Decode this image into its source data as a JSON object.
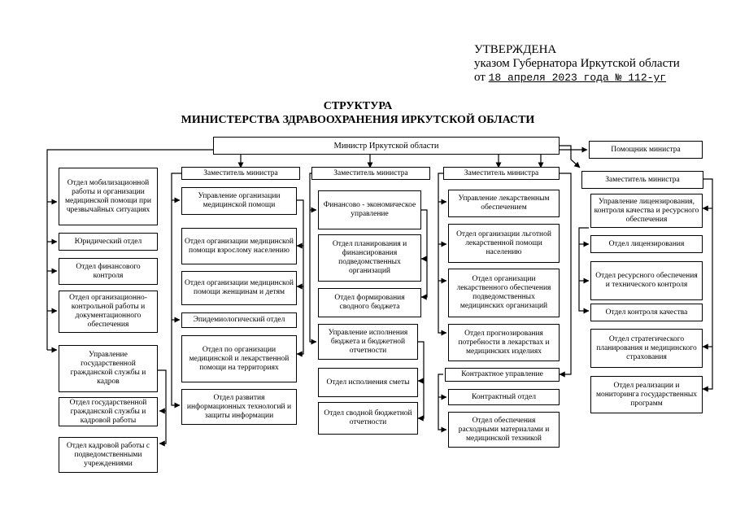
{
  "approval": {
    "line1": "УТВЕРЖДЕНА",
    "line2": "указом Губернатора Иркутской области",
    "from": "от",
    "date": "18 апреля 2023 года № 112-уг"
  },
  "title": {
    "line1": "СТРУКТУРА",
    "line2": "МИНИСТЕРСТВА ЗДРАВООХРАНЕНИЯ ИРКУТСКОЙ ОБЛАСТИ"
  },
  "minister": "Министр Иркутской области",
  "assistant": "Помощник министра",
  "left_column": [
    "Отдел мобилизационной работы и организации медицинской помощи при чрезвычайных ситуациях",
    "Юридический отдел",
    "Отдел финансового контроля",
    "Отдел организационно-контрольной работы и документационного обеспечения",
    "Управление государственной гражданской службы и кадров",
    "Отдел государственной гражданской службы и кадровой работы",
    "Отдел кадровой работы с подведомственными учреждениями"
  ],
  "deputy1": {
    "label": "Заместитель министра",
    "items": [
      "Управление организации медицинской помощи",
      "Отдел организации медицинской помощи взрослому населению",
      "Отдел организации медицинской помощи женщинам и детям",
      "Эпидемиологический отдел",
      "Отдел по организации медицинской и лекарственной помощи на территориях",
      "Отдел развития информационных технологий и защиты информации"
    ]
  },
  "deputy2": {
    "label": "Заместитель министра",
    "items": [
      "Финансово - экономическое управление",
      "Отдел планирования и финансирования подведомственных организаций",
      "Отдел формирования сводного бюджета",
      "Управление исполнения бюджета и бюджетной отчетности",
      "Отдел исполнения сметы",
      "Отдел сводной бюджетной отчетности"
    ]
  },
  "deputy3": {
    "label": "Заместитель министра",
    "items": [
      "Управление лекарственным обеспечением",
      "Отдел организации льготной лекарственной помощи населению",
      "Отдел организации лекарственного обеспечения подведомственных медицинских организаций",
      "Отдел прогнозирования потребности в лекарствах и медицинских изделиях",
      "Контрактное управление",
      "Контрактный отдел",
      "Отдел обеспечения расходными материалами и медицинской техникой"
    ]
  },
  "deputy4": {
    "label": "Заместитель министра",
    "items": [
      "Управление лицензирования, контроля качества и ресурсного обеспечения",
      "Отдел лицензирования",
      "Отдел ресурсного обеспечения и технического контроля",
      "Отдел контроля качества",
      "Отдел стратегического планирования и медицинского страхования",
      "Отдел реализации и мониторинга государственных программ"
    ]
  }
}
